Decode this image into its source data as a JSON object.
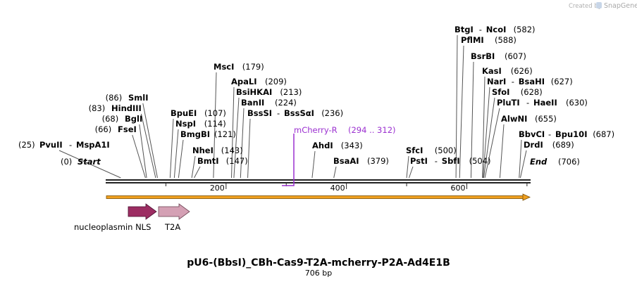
{
  "credit": {
    "prefix": "Created by",
    "brand": "SnapGene"
  },
  "title": "pU6-(BbsI)_CBh-Cas9-T2A-mcherry-P2A-Ad4E1B",
  "length_label": "706 bp",
  "sequence_length": 706,
  "ends": {
    "start": {
      "name": "Start",
      "pos": "(0)"
    },
    "end": {
      "name": "End",
      "pos": "(706)"
    }
  },
  "ruler_ticks": [
    "200",
    "400",
    "600"
  ],
  "colors": {
    "nls": "#9c2d62",
    "t2a": "#d4a0b4",
    "primer": "#9b30d0",
    "orf": "#f0a020"
  },
  "sites": [
    {
      "name": "PvuII",
      "name2": "MspA1I",
      "pos": "(25)"
    },
    {
      "name": "FseI",
      "pos": "(66)"
    },
    {
      "name": "BglI",
      "pos": "(68)"
    },
    {
      "name": "HindIII",
      "pos": "(83)"
    },
    {
      "name": "SmlI",
      "pos": "(86)"
    },
    {
      "name": "BpuEI",
      "pos": "(107)"
    },
    {
      "name": "NspI",
      "pos": "(114)"
    },
    {
      "name": "BmgBI",
      "pos": "(121)"
    },
    {
      "name": "NheI",
      "pos": "(143)"
    },
    {
      "name": "BmtI",
      "pos": "(147)"
    },
    {
      "name": "MscI",
      "pos": "(179)"
    },
    {
      "name": "ApaLI",
      "pos": "(209)"
    },
    {
      "name": "BsiHKAI",
      "pos": "(213)"
    },
    {
      "name": "BanII",
      "pos": "(224)"
    },
    {
      "name": "BssSI",
      "name2": "BssSαI",
      "pos": "(236)"
    },
    {
      "name": "AhdI",
      "pos": "(343)"
    },
    {
      "name": "BsaAI",
      "pos": "(379)"
    },
    {
      "name": "SfcI",
      "pos": "(500)"
    },
    {
      "name": "PstI",
      "name2": "SbfI",
      "pos": "(504)"
    },
    {
      "name": "BtgI",
      "name2": "NcoI",
      "pos": "(582)"
    },
    {
      "name": "PflMI",
      "pos": "(588)"
    },
    {
      "name": "BsrBI",
      "pos": "(607)"
    },
    {
      "name": "KasI",
      "pos": "(626)"
    },
    {
      "name": "NarI",
      "name2": "BsaHI",
      "pos": "(627)"
    },
    {
      "name": "SfoI",
      "pos": "(628)"
    },
    {
      "name": "PluTI",
      "name2": "HaeII",
      "pos": "(630)"
    },
    {
      "name": "AlwNI",
      "pos": "(655)"
    },
    {
      "name": "BbvCI",
      "name2": "Bpu10I",
      "pos": "(687)"
    },
    {
      "name": "DrdI",
      "pos": "(689)"
    }
  ],
  "primer": {
    "name": "mCherry-R",
    "range": "(294 .. 312)"
  },
  "features": [
    {
      "name": "nucleoplasmin NLS"
    },
    {
      "name": "T2A"
    }
  ]
}
